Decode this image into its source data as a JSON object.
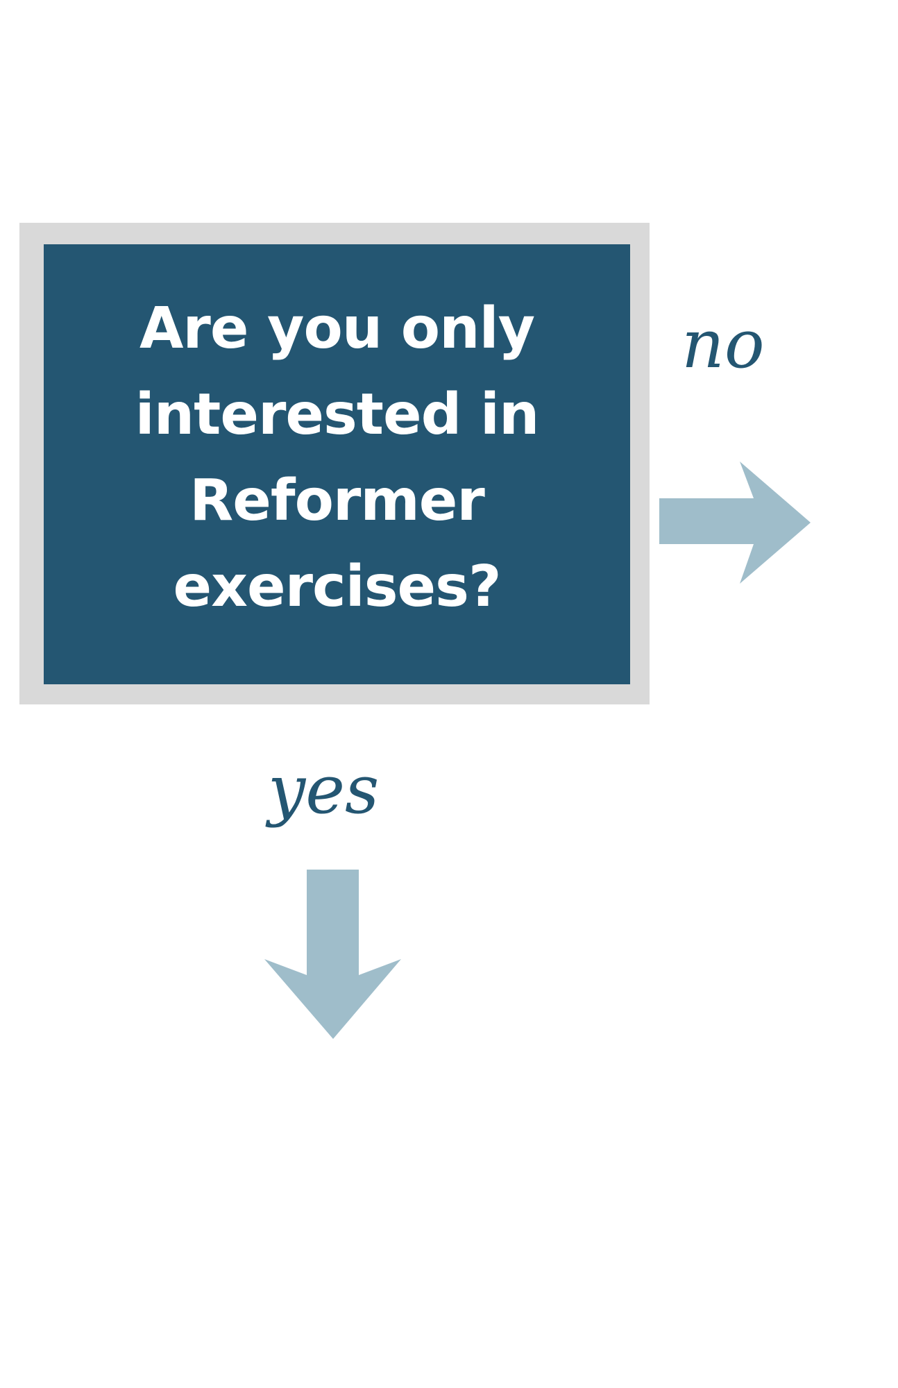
{
  "question": "Are you only interested in Reformer exercises?",
  "answers": {
    "no": "no",
    "yes": "yes"
  },
  "colors": {
    "box_fill": "#245672",
    "box_frame": "#d9d9d9",
    "question_text": "#ffffff",
    "label_text": "#245672",
    "arrow": "#9fbdca"
  },
  "icons": {
    "right": "arrow-right-icon",
    "down": "arrow-down-icon"
  }
}
